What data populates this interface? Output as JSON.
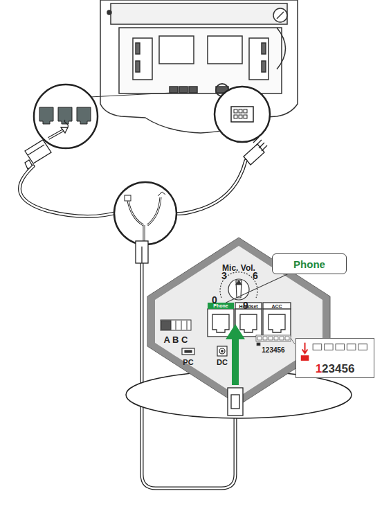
{
  "diagram": {
    "nodes": [
      {
        "text": [
          "Phone"
        ]
      },
      {
        "text": [
          "Phone"
        ]
      },
      {
        "text": [
          "123456"
        ]
      }
    ],
    "edges": [
      {
        "from": 0,
        "to": 1,
        "arrow": "none"
      }
    ],
    "labels": [
      "Mic. Vol.",
      "3",
      "6",
      "0",
      "9",
      "Headset",
      "ACC",
      "A B C",
      "PC",
      "DC",
      "123456"
    ]
  }
}
